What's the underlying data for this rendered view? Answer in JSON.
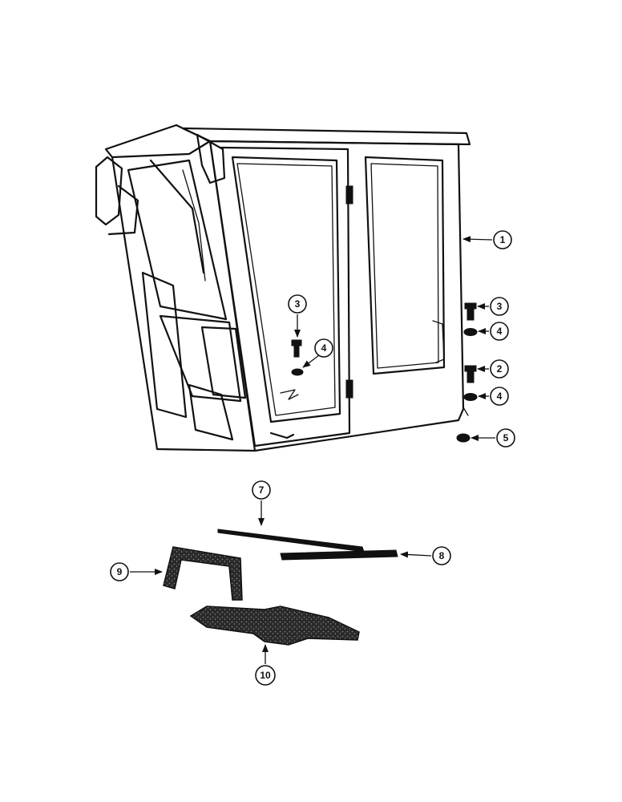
{
  "diagram": {
    "callouts": [
      {
        "id": "c1",
        "label": "1"
      },
      {
        "id": "c3a",
        "label": "3"
      },
      {
        "id": "c4a",
        "label": "4"
      },
      {
        "id": "c3b",
        "label": "3"
      },
      {
        "id": "c4b",
        "label": "4"
      },
      {
        "id": "c2",
        "label": "2"
      },
      {
        "id": "c4c",
        "label": "4"
      },
      {
        "id": "c5",
        "label": "5"
      },
      {
        "id": "c7",
        "label": "7"
      },
      {
        "id": "c8",
        "label": "8"
      },
      {
        "id": "c9",
        "label": "9"
      },
      {
        "id": "c10",
        "label": "10"
      }
    ]
  }
}
